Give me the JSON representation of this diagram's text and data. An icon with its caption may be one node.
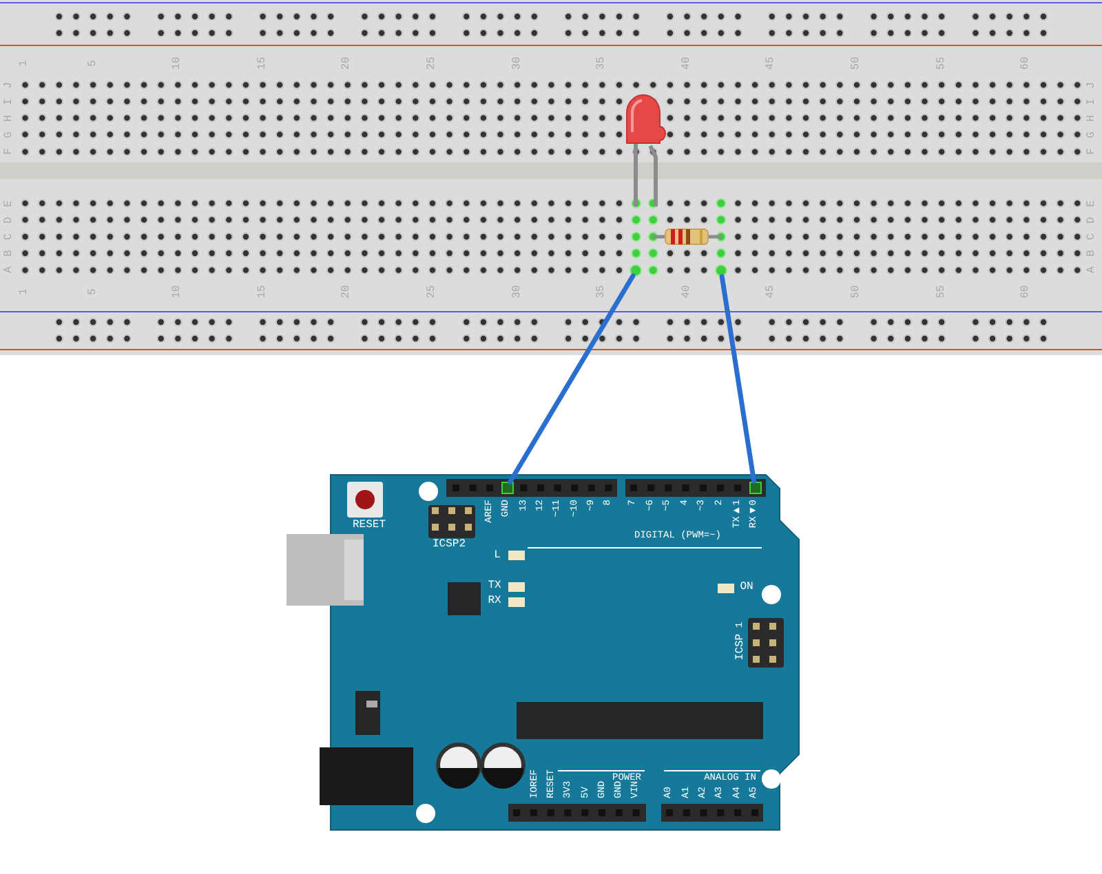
{
  "diagram": {
    "nodes": [
      {
        "text": [],
        "shape": "picture"
      },
      {
        "text": [],
        "shape": "picture",
        "in": 0
      },
      {
        "text": [],
        "shape": "picture",
        "in": 0
      },
      {
        "text": [],
        "shape": "circle",
        "in": 0
      },
      {
        "text": [],
        "shape": "circle",
        "in": 0
      },
      {
        "text": [],
        "shape": "picture"
      },
      {
        "text": [],
        "shape": "box",
        "in": 5,
        "beside": [
          "GND"
        ]
      },
      {
        "text": [],
        "shape": "box",
        "in": 5,
        "beside": [
          "RX◀0"
        ]
      }
    ],
    "edges": [
      {
        "from": 3,
        "to": 6,
        "arrow": "none"
      },
      {
        "from": 4,
        "to": 7,
        "arrow": "none"
      }
    ],
    "labels": [
      "1",
      "5",
      "10",
      "15",
      "20",
      "25",
      "30",
      "35",
      "40",
      "45",
      "50",
      "55",
      "60",
      "J",
      "I",
      "H",
      "G",
      "F",
      "E",
      "D",
      "C",
      "B",
      "A",
      "J",
      "I",
      "H",
      "G",
      "F",
      "E",
      "D",
      "C",
      "B",
      "A",
      "1",
      "5",
      "10",
      "15",
      "20",
      "25",
      "30",
      "35",
      "40",
      "45",
      "50",
      "55",
      "60",
      "RESET",
      "ICSP2",
      "AREF",
      "13",
      "12",
      "~11",
      "~10",
      "~9",
      "8",
      "7",
      "~6",
      "~5",
      "4",
      "~3",
      "2",
      "TX▶1",
      "DIGITAL (PWM=~)",
      "L",
      "TX",
      "RX",
      "ON",
      "1",
      "ICSP",
      "IOREF",
      "RESET",
      "3V3",
      "5V",
      "GND",
      "GND",
      "VIN",
      "POWER",
      "ANALOG IN",
      "A0",
      "A1",
      "A2",
      "A3",
      "A4",
      "A5"
    ]
  }
}
